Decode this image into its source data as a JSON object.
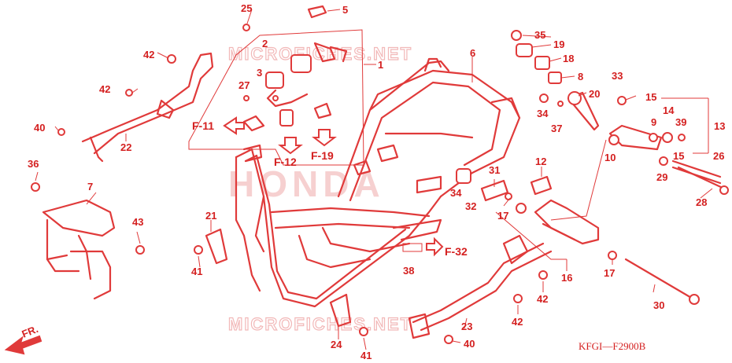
{
  "watermarks": {
    "top": "MICROFICHES.NET",
    "bottom": "MICROFICHES.NET",
    "center": "HONDA"
  },
  "diagram_code": "KFGI—F2900B",
  "direction_label": "FR.",
  "references": {
    "f11": "F-11",
    "f12": "F-12",
    "f19": "F-19",
    "f32": "F-32"
  },
  "callouts": {
    "c1": "1",
    "c2": "2",
    "c3": "3",
    "c5": "5",
    "c6": "6",
    "c7": "7",
    "c8": "8",
    "c9": "9",
    "c10": "10",
    "c12": "12",
    "c13": "13",
    "c14": "14",
    "c15a": "15",
    "c15b": "15",
    "c16": "16",
    "c17a": "17",
    "c17b": "17",
    "c18": "18",
    "c19": "19",
    "c20": "20",
    "c21": "21",
    "c22": "22",
    "c23": "23",
    "c24": "24",
    "c25": "25",
    "c26": "26",
    "c27": "27",
    "c28": "28",
    "c29": "29",
    "c30": "30",
    "c31": "31",
    "c32": "32",
    "c33": "33",
    "c34a": "34",
    "c34b": "34",
    "c35": "35",
    "c36": "36",
    "c37": "37",
    "c38": "38",
    "c39": "39",
    "c40a": "40",
    "c40b": "40",
    "c41a": "41",
    "c41b": "41",
    "c42a": "42",
    "c42b": "42",
    "c42c": "42",
    "c42d": "42",
    "c43": "43"
  }
}
